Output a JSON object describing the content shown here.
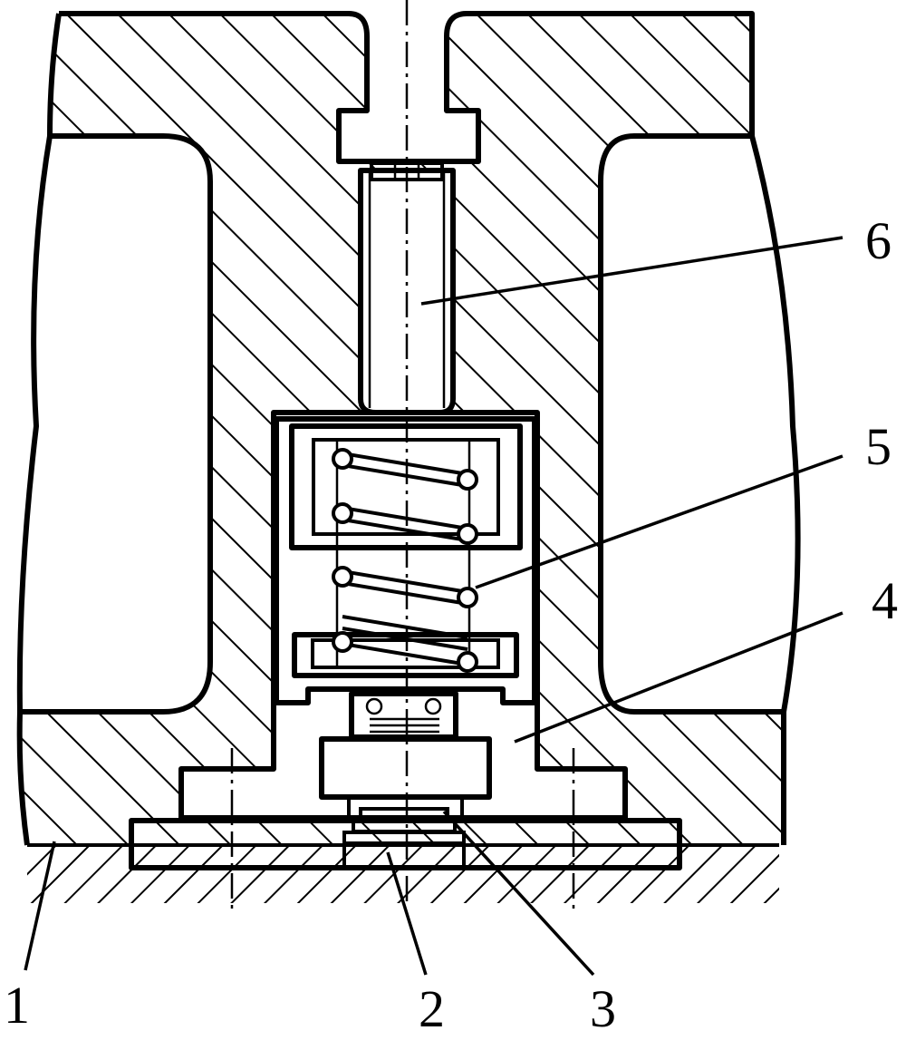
{
  "colors": {
    "ink": "#000000",
    "paper": "#ffffff"
  },
  "labels": {
    "l1": "1",
    "l2": "2",
    "l3": "3",
    "l4": "4",
    "l5": "5",
    "l6": "6"
  }
}
